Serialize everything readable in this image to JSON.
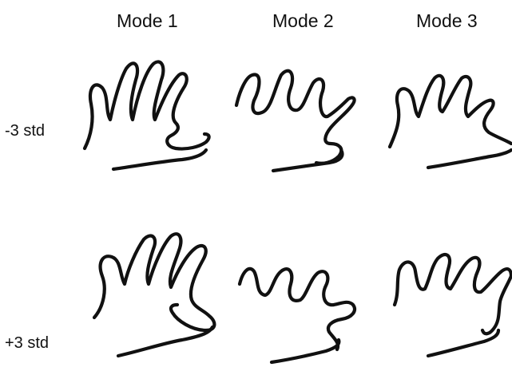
{
  "columns": [
    "Mode 1",
    "Mode 2",
    "Mode 3"
  ],
  "rows": [
    "-3 std",
    "+3 std"
  ]
}
